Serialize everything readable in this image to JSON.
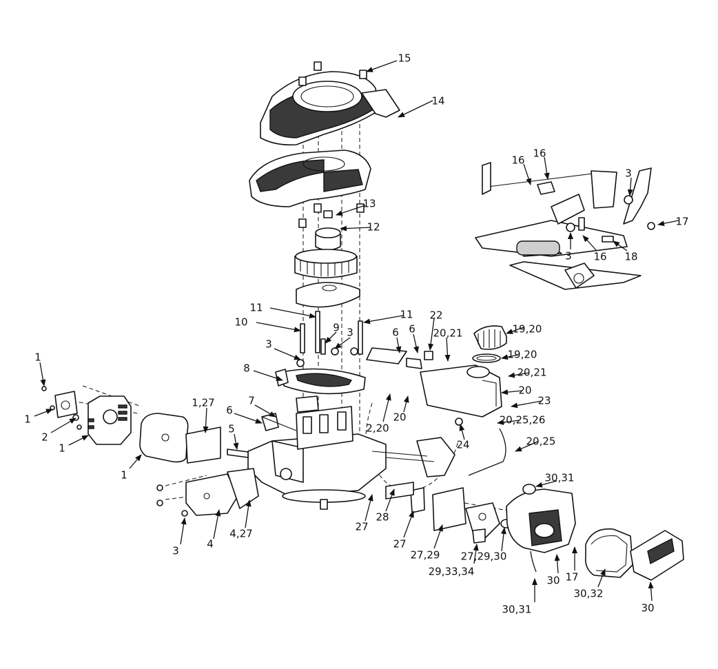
{
  "callouts": [
    {
      "id": "c1",
      "text": "1"
    },
    {
      "id": "c2",
      "text": "1"
    },
    {
      "id": "c3",
      "text": "1"
    },
    {
      "id": "c4",
      "text": "1"
    },
    {
      "id": "c5",
      "text": "2"
    },
    {
      "id": "c6",
      "text": "1,27"
    },
    {
      "id": "c7",
      "text": "5"
    },
    {
      "id": "c8",
      "text": "6"
    },
    {
      "id": "c9",
      "text": "7"
    },
    {
      "id": "c10",
      "text": "8"
    },
    {
      "id": "c11",
      "text": "3"
    },
    {
      "id": "c12",
      "text": "10"
    },
    {
      "id": "c13",
      "text": "11"
    },
    {
      "id": "c14",
      "text": "9"
    },
    {
      "id": "c15",
      "text": "3"
    },
    {
      "id": "c16",
      "text": "11"
    },
    {
      "id": "c17",
      "text": "6"
    },
    {
      "id": "c18",
      "text": "6"
    },
    {
      "id": "c19",
      "text": "22"
    },
    {
      "id": "c20",
      "text": "20,21"
    },
    {
      "id": "c21",
      "text": "19,20"
    },
    {
      "id": "c22",
      "text": "19,20"
    },
    {
      "id": "c23",
      "text": "20,21"
    },
    {
      "id": "c24",
      "text": "20"
    },
    {
      "id": "c25",
      "text": "23"
    },
    {
      "id": "c26",
      "text": "20,25,26"
    },
    {
      "id": "c27",
      "text": "20,25"
    },
    {
      "id": "c28",
      "text": "2,20"
    },
    {
      "id": "c29",
      "text": "20"
    },
    {
      "id": "c30",
      "text": "24"
    },
    {
      "id": "c31",
      "text": "15"
    },
    {
      "id": "c32",
      "text": "14"
    },
    {
      "id": "c33",
      "text": "13"
    },
    {
      "id": "c34",
      "text": "12"
    },
    {
      "id": "c35",
      "text": "16"
    },
    {
      "id": "c36",
      "text": "16"
    },
    {
      "id": "c37",
      "text": "3"
    },
    {
      "id": "c38",
      "text": "17"
    },
    {
      "id": "c39",
      "text": "3"
    },
    {
      "id": "c40",
      "text": "16"
    },
    {
      "id": "c41",
      "text": "18"
    },
    {
      "id": "c42",
      "text": "3"
    },
    {
      "id": "c43",
      "text": "4"
    },
    {
      "id": "c44",
      "text": "4,27"
    },
    {
      "id": "c45",
      "text": "27"
    },
    {
      "id": "c46",
      "text": "28"
    },
    {
      "id": "c47",
      "text": "27"
    },
    {
      "id": "c48",
      "text": "27,29"
    },
    {
      "id": "c49",
      "text": "29,33,34"
    },
    {
      "id": "c50",
      "text": "27,29,30"
    },
    {
      "id": "c51",
      "text": "30,31"
    },
    {
      "id": "c52",
      "text": "30,31"
    },
    {
      "id": "c53",
      "text": "30"
    },
    {
      "id": "c54",
      "text": "17"
    },
    {
      "id": "c55",
      "text": "30,32"
    },
    {
      "id": "c56",
      "text": "30"
    }
  ]
}
